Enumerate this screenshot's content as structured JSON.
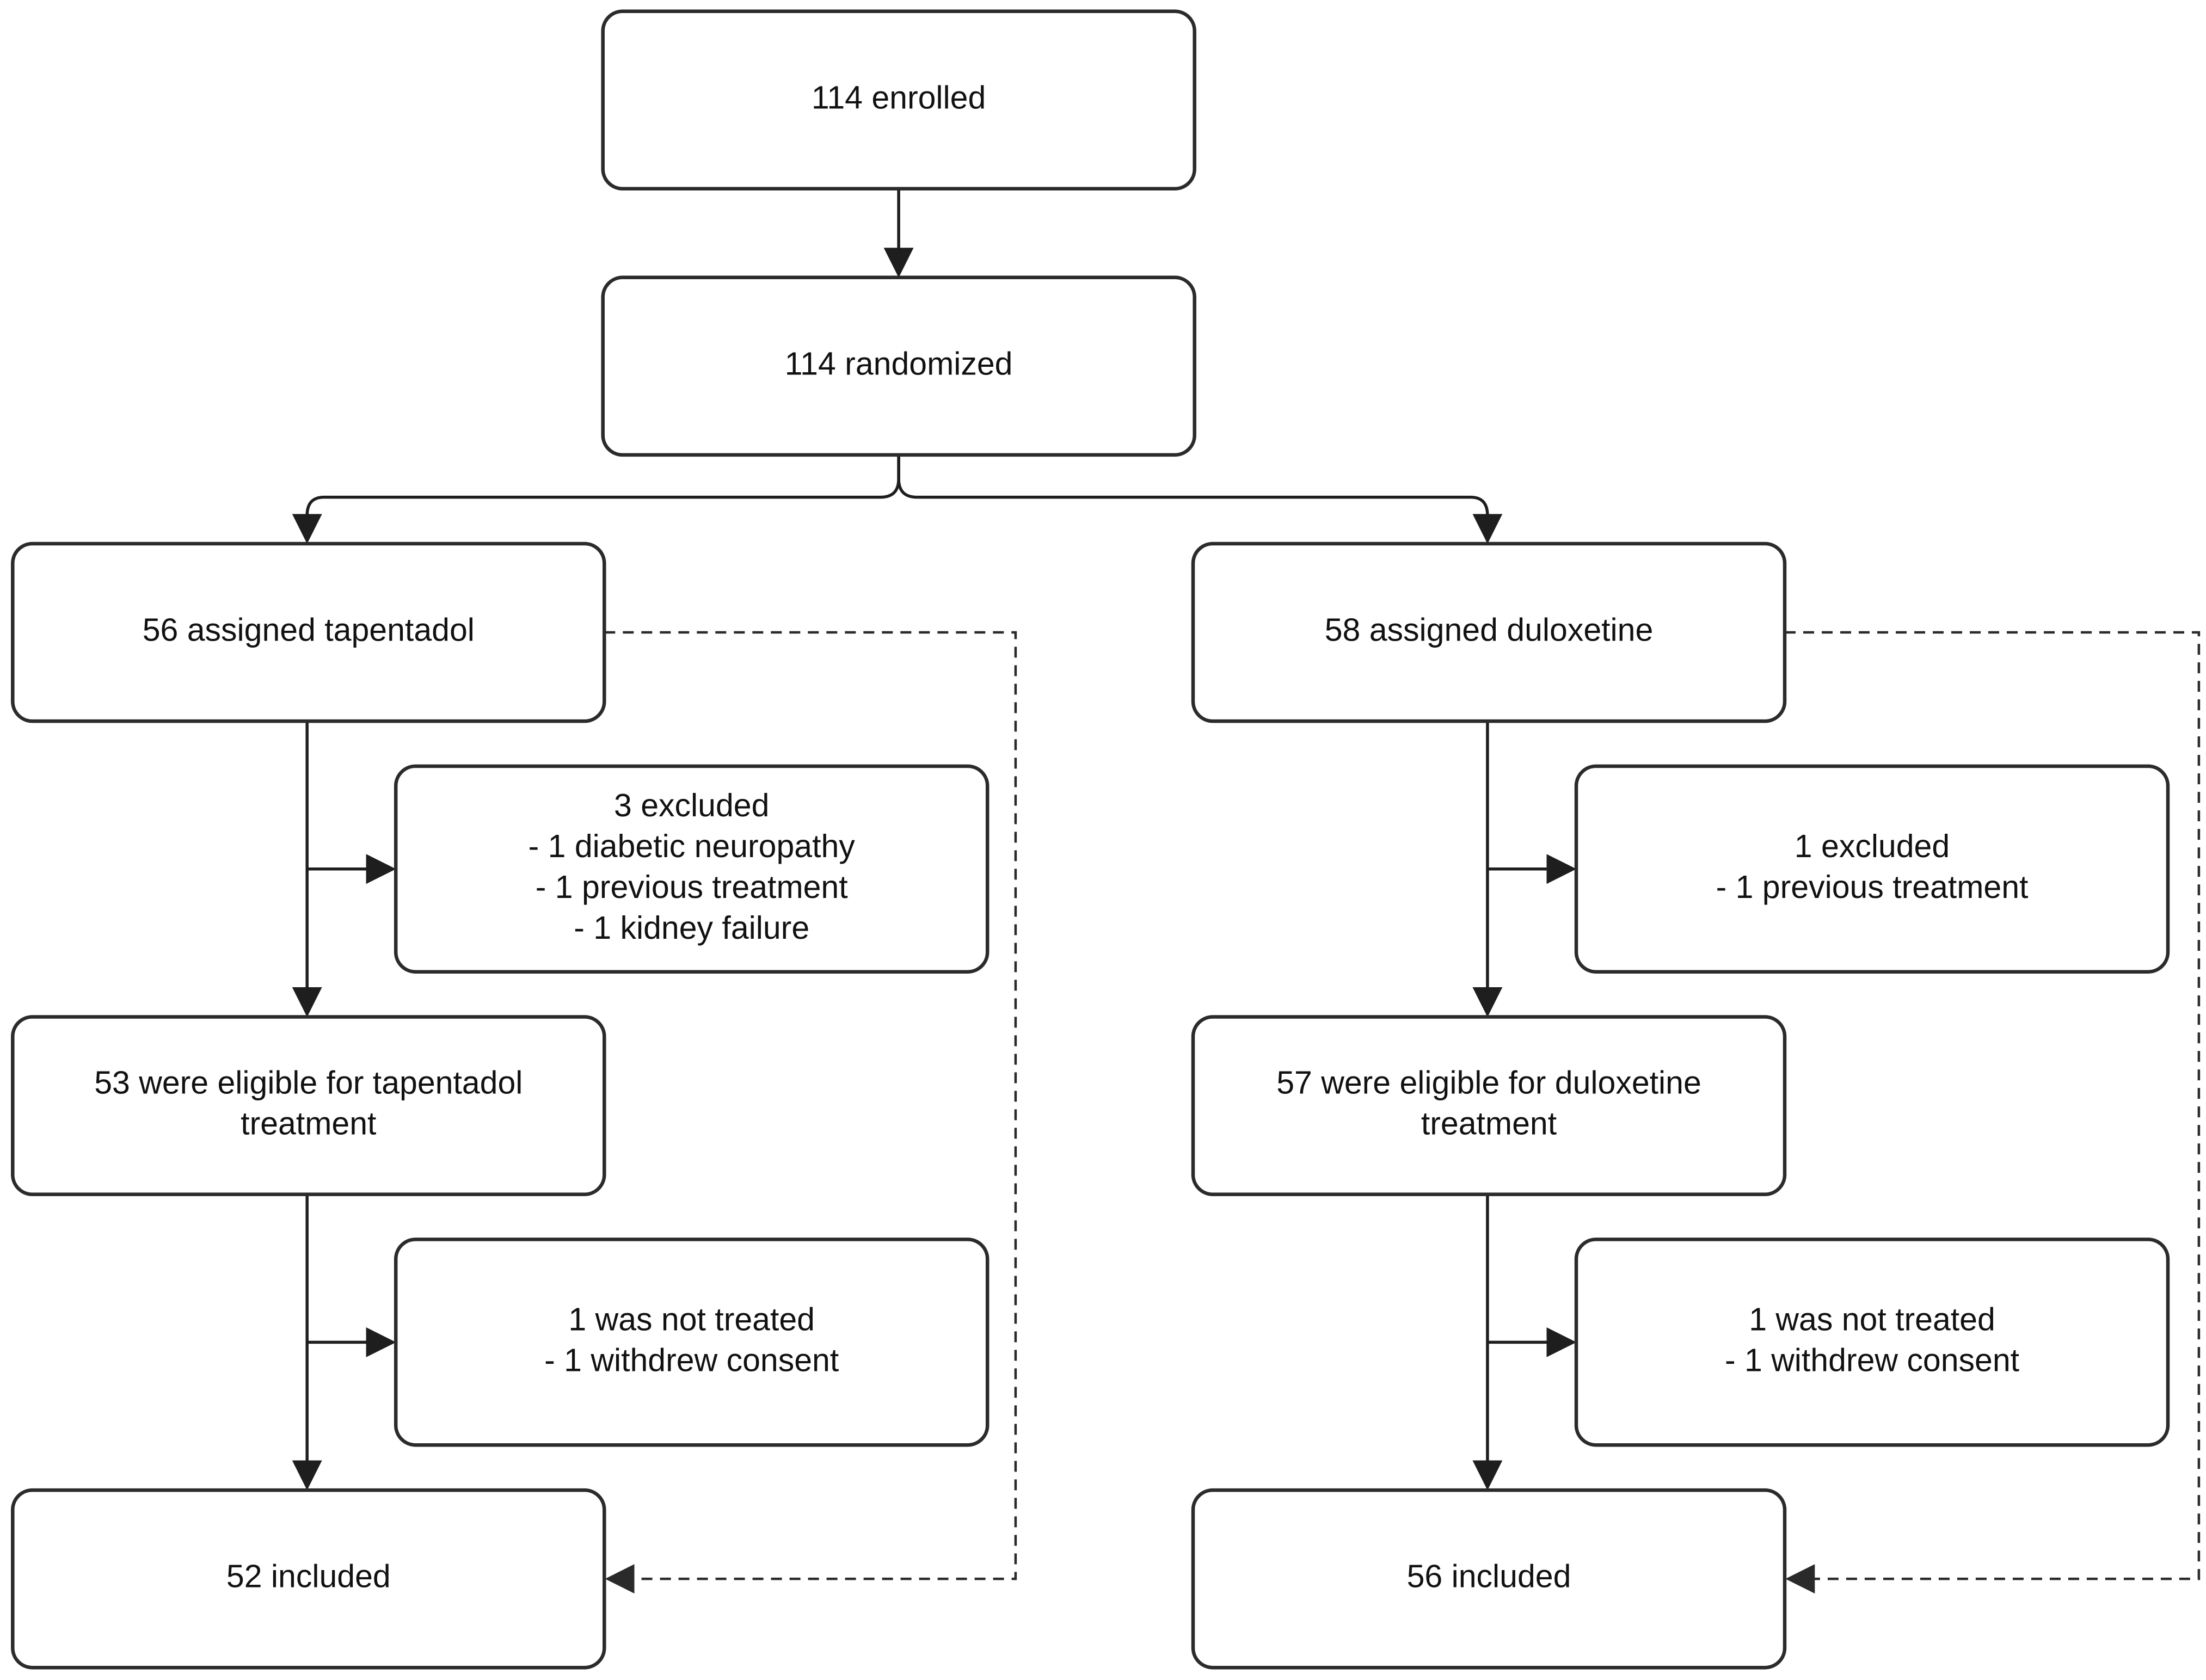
{
  "diagram": {
    "nodes": {
      "enrolled": {
        "lines": [
          "114 enrolled"
        ]
      },
      "randomized": {
        "lines": [
          "114 randomized"
        ]
      },
      "assigned_tapentadol": {
        "lines": [
          "56 assigned tapentadol"
        ]
      },
      "assigned_duloxetine": {
        "lines": [
          "58 assigned duloxetine"
        ]
      },
      "excluded_tapentadol": {
        "lines": [
          "3 excluded",
          "- 1 diabetic neuropathy",
          "- 1 previous treatment",
          "- 1 kidney failure"
        ]
      },
      "excluded_duloxetine": {
        "lines": [
          "1 excluded",
          "- 1 previous treatment"
        ]
      },
      "eligible_tapentadol": {
        "lines": [
          "53 were eligible for tapentadol",
          "treatment"
        ]
      },
      "eligible_duloxetine": {
        "lines": [
          "57 were eligible for duloxetine",
          "treatment"
        ]
      },
      "not_treated_tapentadol": {
        "lines": [
          "1 was not treated",
          "- 1 withdrew consent"
        ]
      },
      "not_treated_duloxetine": {
        "lines": [
          "1 was not treated",
          "- 1 withdrew consent"
        ]
      },
      "included_tapentadol": {
        "lines": [
          "52 included"
        ]
      },
      "included_duloxetine": {
        "lines": [
          "56 included"
        ]
      }
    },
    "edges": [
      {
        "from": "enrolled",
        "to": "randomized",
        "style": "solid"
      },
      {
        "from": "randomized",
        "to": "assigned_tapentadol",
        "style": "solid"
      },
      {
        "from": "randomized",
        "to": "assigned_duloxetine",
        "style": "solid"
      },
      {
        "from": "assigned_tapentadol",
        "to": "eligible_tapentadol",
        "style": "solid"
      },
      {
        "from": "assigned_tapentadol",
        "to": "excluded_tapentadol",
        "style": "solid"
      },
      {
        "from": "eligible_tapentadol",
        "to": "included_tapentadol",
        "style": "solid"
      },
      {
        "from": "eligible_tapentadol",
        "to": "not_treated_tapentadol",
        "style": "solid"
      },
      {
        "from": "assigned_tapentadol",
        "to": "included_tapentadol",
        "style": "dashed"
      },
      {
        "from": "assigned_duloxetine",
        "to": "eligible_duloxetine",
        "style": "solid"
      },
      {
        "from": "assigned_duloxetine",
        "to": "excluded_duloxetine",
        "style": "solid"
      },
      {
        "from": "eligible_duloxetine",
        "to": "included_duloxetine",
        "style": "solid"
      },
      {
        "from": "eligible_duloxetine",
        "to": "not_treated_duloxetine",
        "style": "solid"
      },
      {
        "from": "assigned_duloxetine",
        "to": "included_duloxetine",
        "style": "dashed"
      }
    ]
  }
}
